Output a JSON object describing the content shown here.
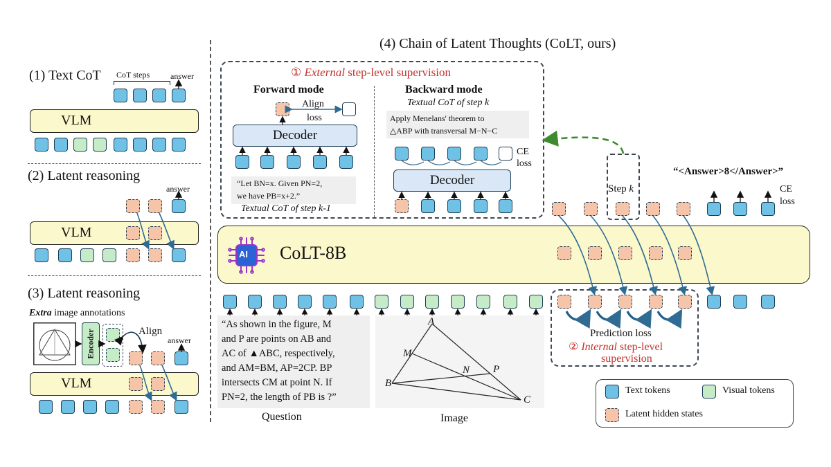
{
  "title": "(4) Chain of Latent Thoughts (CoLT, ours)",
  "panel1": {
    "title": "(1) Text CoT",
    "cot_steps": "CoT steps",
    "answer": "answer",
    "vlm": "VLM"
  },
  "panel2": {
    "title": "(2) Latent reasoning",
    "answer": "answer",
    "vlm": "VLM"
  },
  "panel3": {
    "title": "(3) Latent reasoning",
    "extra_bold": "Extra",
    "extra_rest": " image annotations",
    "encoder": "Encoder",
    "align": "Align",
    "answer": "answer",
    "vlm": "VLM"
  },
  "external": {
    "num": "①",
    "ext_italic": "External",
    "ext_rest": " step-level supervision",
    "forward": {
      "title": "Forward mode",
      "align": "Align",
      "loss": "loss",
      "decoder": "Decoder",
      "quote1": "“Let BN=x. Given PN=2,",
      "quote2": "we have PB=x+2.”",
      "caption": "Textual CoT of step k-1"
    },
    "backward": {
      "title": "Backward mode",
      "caption": "Textual CoT of step k",
      "line1": "Apply Menelans' theorem to",
      "line2": "△ABP with transversal M−N−C",
      "ce": "CE",
      "loss": "loss",
      "decoder": "Decoder"
    }
  },
  "model": {
    "name": "CoLT-8B",
    "ai": "AI"
  },
  "answer_tag": "“<Answer>8</Answer>”",
  "ce": "CE",
  "loss": "loss",
  "step_k_word": "Step",
  "step_k_var": "k",
  "internal": {
    "prediction": "Prediction loss",
    "num": "②",
    "int_italic": "Internal",
    "int_rest": " step-level",
    "supervision": "supervision"
  },
  "question": {
    "lines": [
      "“As shown in the figure, M",
      "and P are points on AB and",
      "AC of ▲ABC, respectively,",
      "and AM=BM, AP=2CP. BP",
      "intersects CM at point N. If",
      "PN=2, the length of PB is ?”"
    ],
    "label": "Question"
  },
  "image": {
    "label": "Image",
    "points": [
      "A",
      "M",
      "N",
      "P",
      "B",
      "C"
    ]
  },
  "legend": {
    "text": "Text tokens",
    "visual": "Visual tokens",
    "latent": "Latent hidden states"
  },
  "colors": {
    "text_token": "#6fc1e6",
    "visual_token": "#c6ecc7",
    "latent": "#f6c4a8",
    "bar": "#fbf8cc",
    "decoder": "#d9e7f6",
    "red": "#c4302b",
    "green_arrow": "#3d8b2e",
    "arrow": "#2f6b93"
  },
  "icons": [
    "ai-chip-icon"
  ]
}
